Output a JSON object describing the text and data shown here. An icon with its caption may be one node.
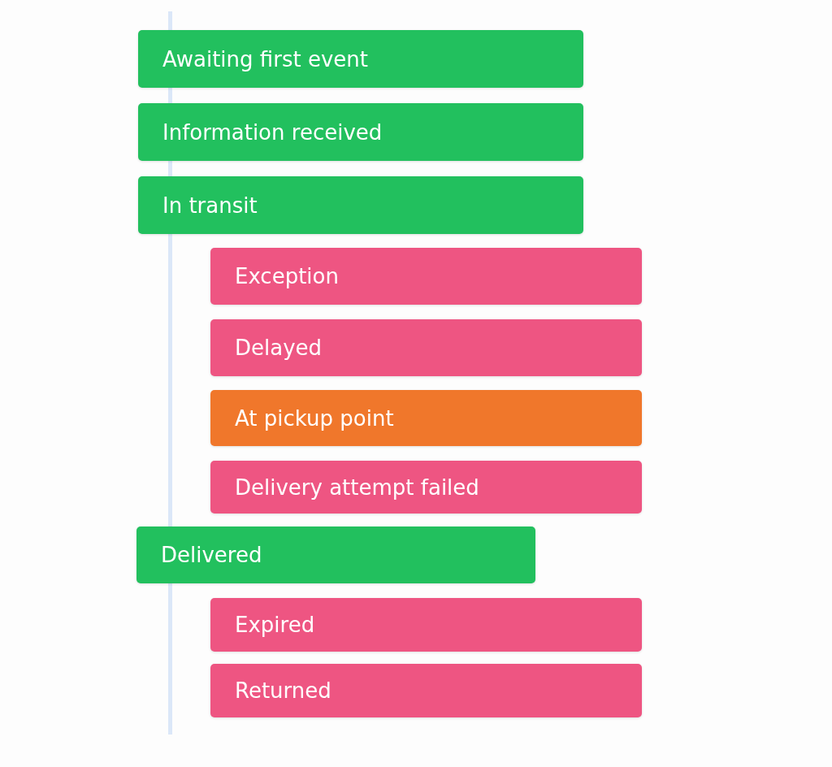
{
  "diagram": {
    "nodes": [
      {
        "text": [
          "Awaiting first event"
        ]
      },
      {
        "text": [
          "Information received"
        ]
      },
      {
        "text": [
          "In transit"
        ]
      },
      {
        "text": [
          "Exception"
        ]
      },
      {
        "text": [
          "Delayed"
        ]
      },
      {
        "text": [
          "At pickup point"
        ]
      },
      {
        "text": [
          "Delivery attempt failed"
        ]
      },
      {
        "text": [
          "Delivered"
        ]
      },
      {
        "text": [
          "Expired"
        ]
      },
      {
        "text": [
          "Returned"
        ]
      }
    ]
  }
}
